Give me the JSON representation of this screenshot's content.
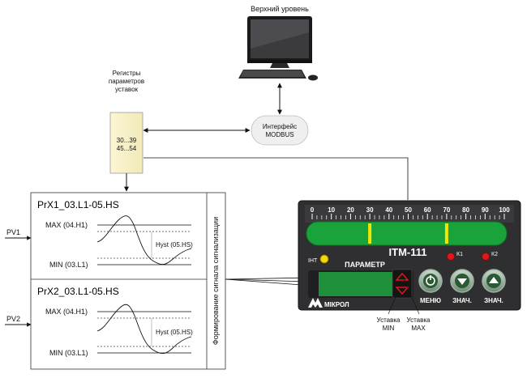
{
  "top_level": {
    "label": "Верхний уровень"
  },
  "registers": {
    "title_lines": [
      "Регистры",
      "параметров",
      "уставок"
    ],
    "ranges": [
      "30...39",
      "45...54"
    ]
  },
  "interface": {
    "lines": [
      "Интерфейс",
      "MODBUS"
    ]
  },
  "alarm_panel": {
    "vertical_label": "Формирование сигнала сигнализации",
    "blocks": [
      {
        "title": "PrX1_03.L1-05.HS",
        "input": "PV1",
        "max": "MAX (04.H1)",
        "min": "MIN (03.L1)",
        "hyst": "Hyst (05.HS)"
      },
      {
        "title": "PrX2_03.L1-05.HS",
        "input": "PV2",
        "max": "MAX (04.H1)",
        "min": "MIN (03.L1)",
        "hyst": "Hyst (05.HS)"
      }
    ]
  },
  "device": {
    "model": "ITM-111",
    "brand": "МІКРОЛ",
    "scale_ticks": [
      "0",
      "10",
      "20",
      "30",
      "40",
      "50",
      "60",
      "70",
      "80",
      "90",
      "100"
    ],
    "int_label": "ІНТ",
    "k1_label": "К1",
    "k2_label": "К2",
    "param_label": "ПАРАМЕТР",
    "menu_label": "МЕНЮ",
    "down_label": "ЗНАЧ.",
    "up_label": "ЗНАЧ.",
    "setpoint_markers": [
      30,
      70
    ],
    "colors": {
      "panel": "#2f2f31",
      "bar": "#19a33a",
      "marker": "#f2e600",
      "led_red": "#e01818",
      "led_yellow": "#f5d800"
    }
  },
  "callouts": {
    "min": [
      "Уставка",
      "MIN"
    ],
    "max": [
      "Уставка",
      "MAX"
    ]
  }
}
